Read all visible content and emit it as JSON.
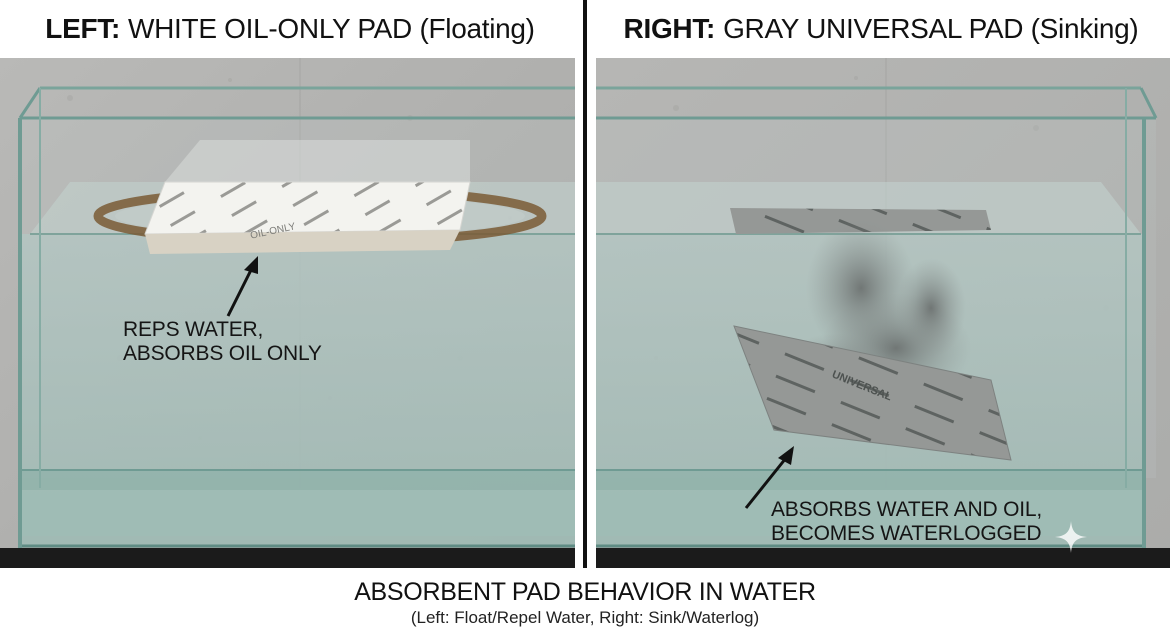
{
  "left_panel": {
    "header_bold": "LEFT:",
    "header_text": "WHITE OIL-ONLY PAD (Floating)",
    "callout_lines": [
      "REPS WATER,",
      "ABSORBS OIL ONLY"
    ],
    "pad_print": "OIL-ONLY"
  },
  "right_panel": {
    "header_bold": "RIGHT:",
    "header_text": "GRAY UNIVERSAL PAD (Sinking)",
    "callout_lines": [
      "ABSORBS WATER AND OIL,",
      "BECOMES WATERLOGGED"
    ],
    "pad_print": "UNIVERSAL"
  },
  "footer": {
    "title": "ABSORBENT PAD BEHAVIOR IN WATER",
    "subtitle": "(Left: Float/Repel Water, Right: Sink/Waterlog)"
  },
  "colors": {
    "concrete": "#b4b4b2",
    "water": "#a9c1bd",
    "glass_edge": "#6f9b93",
    "oil_ring": "#7a5a35",
    "white_pad": "#f2f2ee",
    "gray_pad": "#8f9391",
    "stand": "#1b1b1b"
  },
  "icons": [
    "arrow-icon",
    "sparkle-icon"
  ]
}
